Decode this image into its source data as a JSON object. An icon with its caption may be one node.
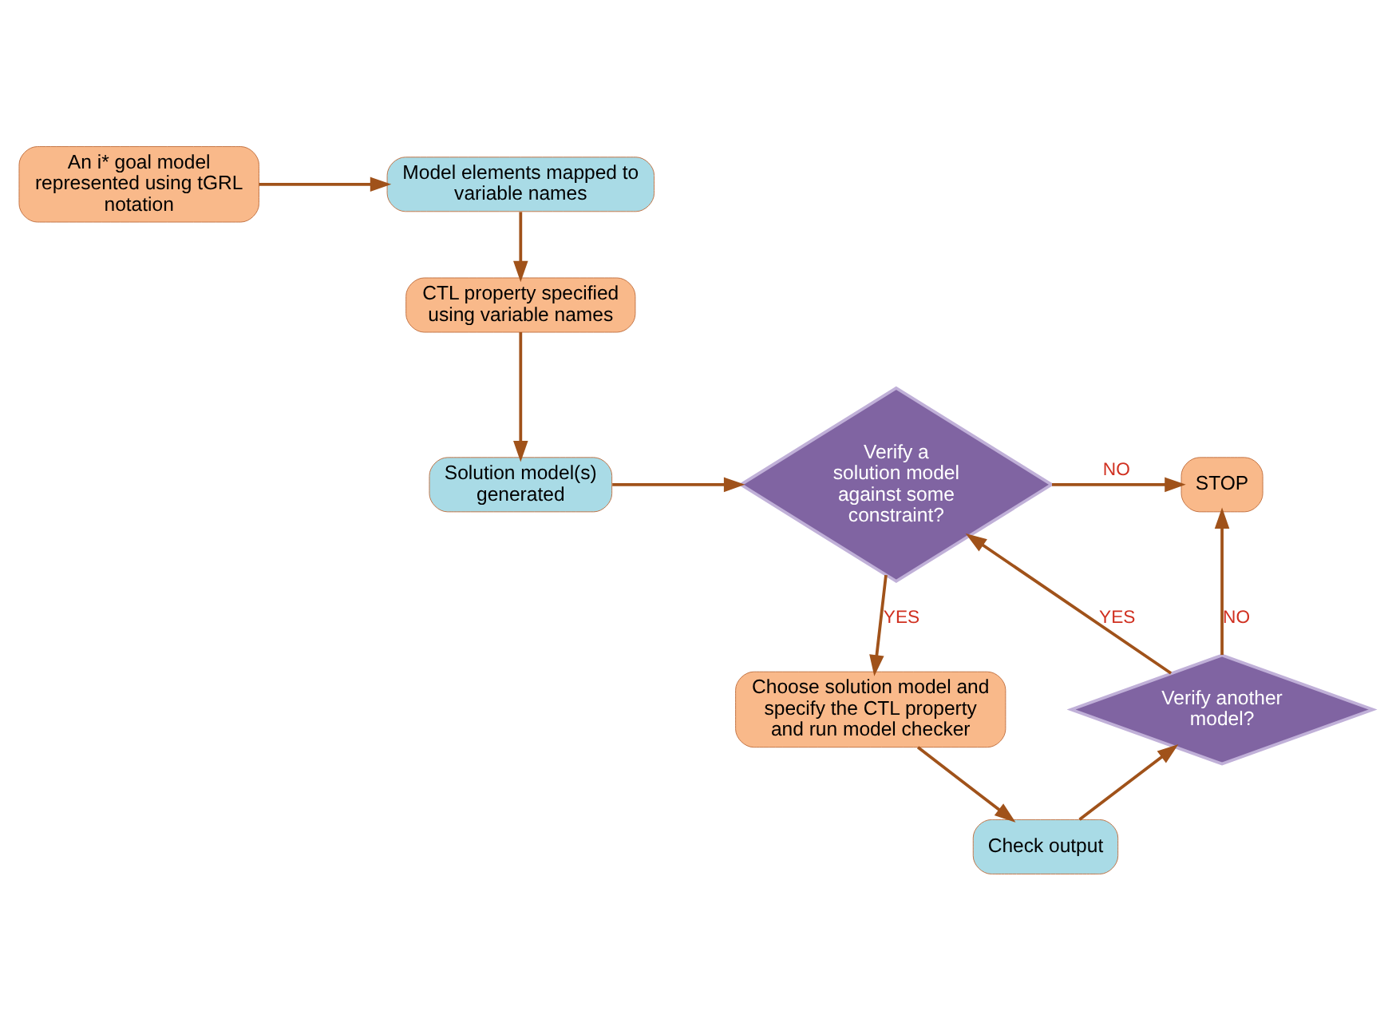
{
  "diagram": {
    "nodes": [
      {
        "text": [
          "An i* goal model represented using tGRL notation"
        ]
      },
      {
        "text": [
          "Model elements mapped to variable names"
        ]
      },
      {
        "text": [
          "CTL property specified using variable names"
        ]
      },
      {
        "text": [
          "Solution model(s) generated"
        ]
      },
      {
        "text": [
          "Verify a solution model against some constraint?"
        ]
      },
      {
        "text": [
          "STOP"
        ]
      },
      {
        "text": [
          "Choose solution model and specify the CTL property and run model checker"
        ]
      },
      {
        "text": [
          "Check output"
        ]
      },
      {
        "text": [
          "Verify another model?"
        ]
      }
    ],
    "edges": [
      {
        "from": 0,
        "to": 1,
        "arrow": "to"
      },
      {
        "from": 1,
        "to": 2,
        "arrow": "to"
      },
      {
        "from": 2,
        "to": 3,
        "arrow": "to"
      },
      {
        "from": 3,
        "to": 4,
        "arrow": "to"
      },
      {
        "from": 4,
        "to": 5,
        "arrow": "to",
        "label": "NO"
      },
      {
        "from": 4,
        "to": 6,
        "arrow": "to",
        "label": "YES"
      },
      {
        "from": 6,
        "to": 7,
        "arrow": "to"
      },
      {
        "from": 7,
        "to": 8,
        "arrow": "to"
      },
      {
        "from": 8,
        "to": 4,
        "arrow": "to",
        "label": "YES"
      },
      {
        "from": 8,
        "to": 5,
        "arrow": "to",
        "label": "NO"
      }
    ]
  }
}
